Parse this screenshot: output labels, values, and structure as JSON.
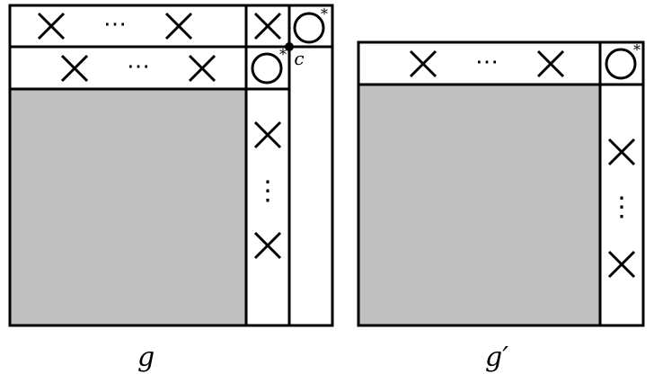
{
  "left_grid": {
    "caption": "g",
    "corner_label": "c",
    "ellipsis_horizontal": "⋯",
    "ellipsis_vertical": "⋮",
    "star": "*"
  },
  "right_grid": {
    "caption": "g′",
    "ellipsis_horizontal": "⋯",
    "ellipsis_vertical": "⋮",
    "star": "*"
  },
  "colors": {
    "shaded_region": "#c0c0c0",
    "stroke": "#000000"
  }
}
